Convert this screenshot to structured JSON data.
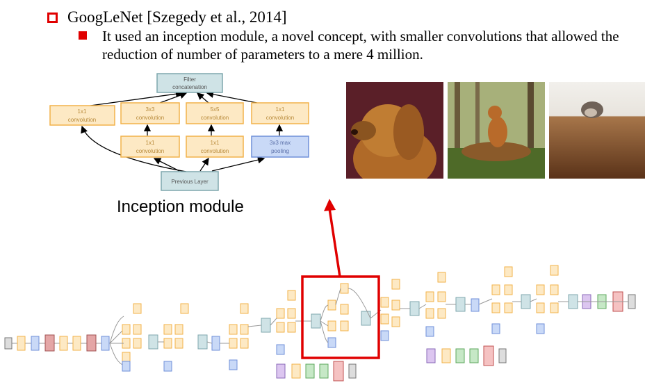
{
  "bullets": {
    "level1": "GoogLeNet [Szegedy et al., 2014]",
    "level2": "It used an inception module, a novel concept, with smaller convolutions that allowed the reduction of number of parameters to a mere 4 million."
  },
  "inception": {
    "filter_concat": [
      "Filter",
      "concatenation"
    ],
    "previous_layer": "Previous Layer",
    "top_row": [
      [
        "1x1",
        "convolution"
      ],
      [
        "3x3",
        "convolution"
      ],
      [
        "5x5",
        "convolution"
      ],
      [
        "1x1",
        "convolution"
      ]
    ],
    "bottom_row": [
      [
        "1x1",
        "convolution"
      ],
      [
        "1x1",
        "convolution"
      ],
      [
        "3x3 max",
        "pooling"
      ]
    ],
    "caption": "Inception module"
  },
  "colors": {
    "accent_red": "#e00000",
    "conv_fill": "#fde9c4",
    "conv_stroke": "#f2b24a",
    "concat_fill": "#cfe3e6",
    "concat_stroke": "#7fa7ad",
    "pool_fill": "#c9d9f7",
    "pool_stroke": "#6f8fd8",
    "softmax_fill": "#f5c2c2",
    "fc_fill": "#c6e8c6",
    "avgpool_fill": "#dcc6f0"
  }
}
